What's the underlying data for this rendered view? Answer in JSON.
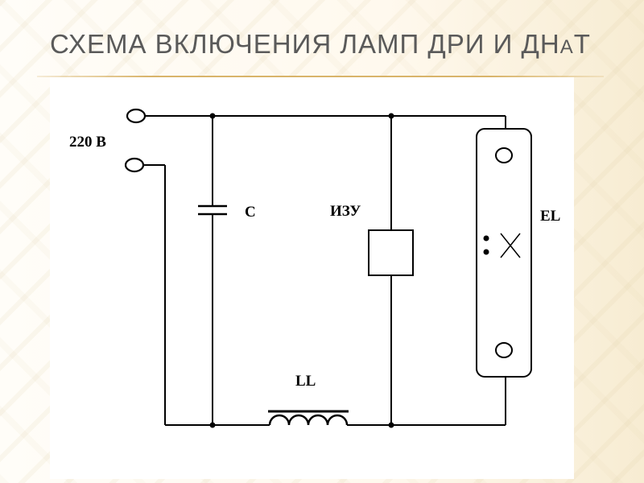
{
  "slide": {
    "title_main": "СХЕМА ВКЛЮЧЕНИЯ ЛАМП ДРИ И ДН",
    "title_small": "А",
    "title_end": "Т"
  },
  "diagram": {
    "supply_label": "220 В",
    "capacitor_label": "С",
    "igniter_label": "ИЗУ",
    "lamp_label": "EL",
    "choke_label": "LL"
  },
  "colors": {
    "wire": "#000000",
    "title": "#5a5a5a",
    "accent_rule": "#d9b46a"
  }
}
